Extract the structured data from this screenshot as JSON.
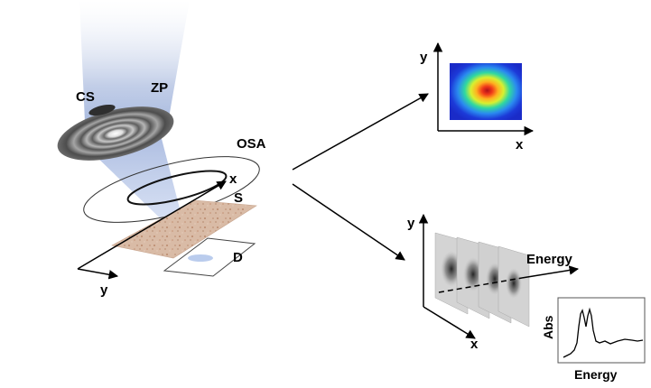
{
  "labels": {
    "cs": "CS",
    "zp": "ZP",
    "osa": "OSA",
    "sample": "S",
    "detector": "D",
    "left_axis_x": "x",
    "left_axis_y": "y",
    "map_axis_x": "x",
    "map_axis_y": "y",
    "stack_axis_x": "x",
    "stack_axis_y": "y",
    "stack_axis_energy": "Energy",
    "spectrum_ylabel": "Abs",
    "spectrum_xlabel": "Energy"
  },
  "colors": {
    "beam": "#b9c6e0",
    "zone_plate": "#5a5a5a",
    "sample": "#d8b6a0",
    "heatmap_bg": "#1c2fd0",
    "heatmap_hot": "#e03020"
  },
  "stack": {
    "frames": 4
  }
}
